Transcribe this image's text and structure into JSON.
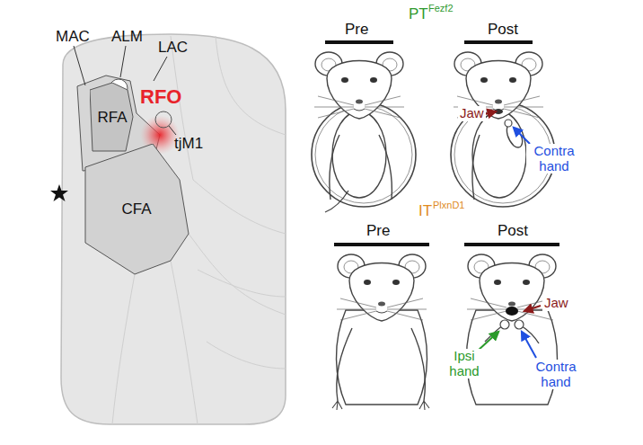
{
  "diagram": {
    "nodes": [
      {
        "text": [
          "RFA"
        ]
      },
      {
        "text": [
          "CFA"
        ]
      }
    ],
    "labels": [
      "MAC",
      "ALM",
      "LAC",
      "RFO",
      "tjM1",
      "Pre",
      "PT",
      "Fezf2",
      "Post",
      "Jaw",
      "Contra hand",
      "Pre",
      "IT",
      "PlxnD1",
      "Post",
      "Jaw",
      "Ipsi hand",
      "Contra hand"
    ]
  }
}
